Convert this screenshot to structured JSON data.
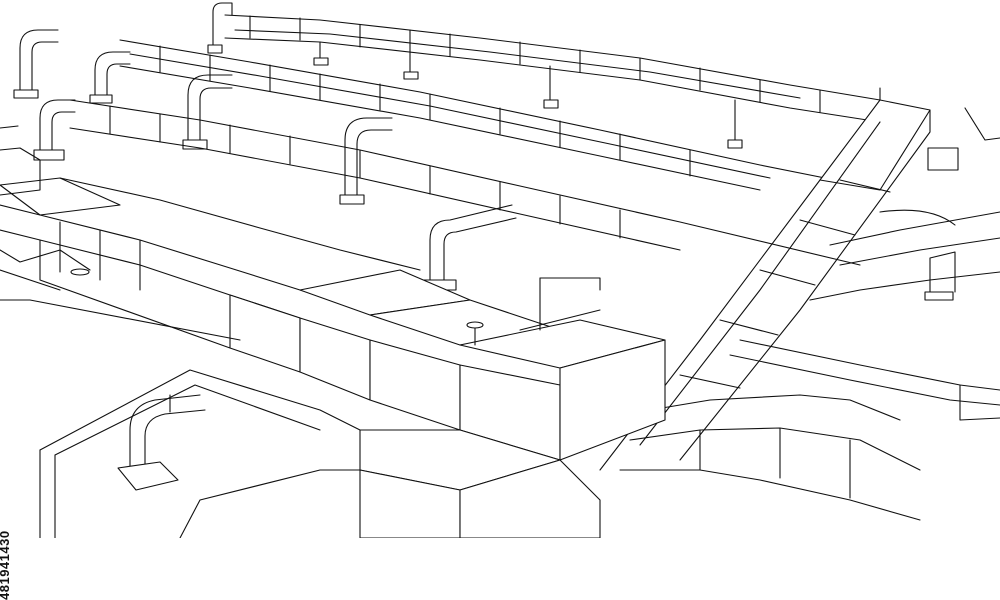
{
  "watermark": {
    "stock_id": "481941430",
    "color": "#111111"
  },
  "drawing": {
    "style": "black line-art, white background",
    "subject_icon": "hvac-ductwork-isometric"
  }
}
